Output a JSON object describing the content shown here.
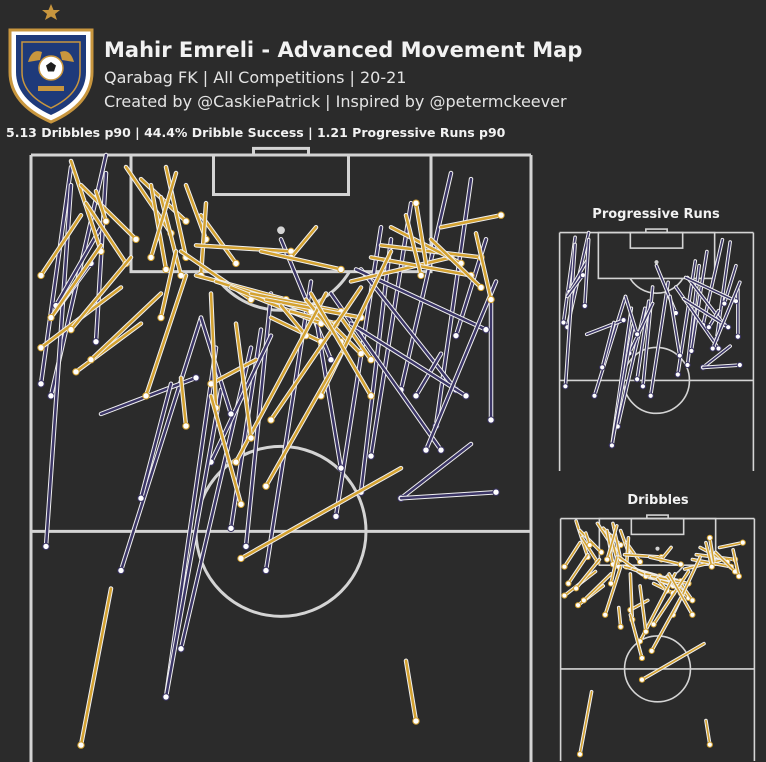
{
  "header": {
    "title": "Mahir Emreli - Advanced Movement Map",
    "subtitle_line1": "Qarabag FK | All Competitions | 20-21",
    "subtitle_line2": "Created by @CaskiePatrick | Inspired by @petermckeever",
    "stats": "5.13 Dribbles p90 | 44.4% Dribble Success | 1.21 Progressive Runs p90"
  },
  "panels": {
    "progressive_runs_title": "Progressive Runs",
    "dribbles_title": "Dribbles"
  },
  "colors": {
    "background": "#2b2b2b",
    "pitch_lines": "#d4d4d4",
    "progressive_run": "#3b3566",
    "dribble": "#d4a230",
    "endpoint_fill": "#ffffff",
    "crest_navy": "#1e3a7a",
    "crest_gold": "#c8963e"
  },
  "chart_data": {
    "type": "scatter",
    "description_units": "pitch coordinates: x across width 0-100 (left to right), y toward goal 0-100 (100 = opponent goal line, top)",
    "title": "Mahir Emreli - Advanced Movement Map",
    "series": [
      {
        "name": "Progressive Runs",
        "color": "#3b3566",
        "segments": [
          [
            8,
            98,
            2,
            62
          ],
          [
            15,
            100,
            4,
            60
          ],
          [
            8,
            95,
            3,
            35
          ],
          [
            14,
            88,
            5,
            75
          ],
          [
            34,
            73,
            18,
            31
          ],
          [
            44,
            68,
            30,
            18
          ],
          [
            37,
            68,
            27,
            10
          ],
          [
            46,
            71,
            40,
            38
          ],
          [
            48,
            77,
            43,
            35
          ],
          [
            56,
            79,
            47,
            31
          ],
          [
            70,
            88,
            61,
            40
          ],
          [
            72,
            86,
            66,
            44
          ],
          [
            76,
            92,
            68,
            50
          ],
          [
            84,
            97,
            74,
            61
          ],
          [
            88,
            96,
            81,
            55
          ],
          [
            91,
            86,
            85,
            70
          ],
          [
            92,
            76,
            92,
            56
          ],
          [
            60,
            77,
            82,
            51
          ],
          [
            66,
            81,
            85,
            61
          ],
          [
            82,
            67,
            77,
            60
          ],
          [
            65,
            81,
            91,
            71
          ],
          [
            64,
            72,
            87,
            60
          ],
          [
            50,
            86,
            60,
            66
          ],
          [
            48,
            70,
            36,
            49
          ],
          [
            38,
            61,
            27,
            10
          ],
          [
            88,
            52,
            74,
            43
          ],
          [
            93,
            79,
            79,
            51
          ],
          [
            74,
            43,
            93,
            44
          ],
          [
            14,
            57,
            33,
            63
          ],
          [
            28,
            62,
            22,
            43
          ],
          [
            4,
            73,
            12,
            82
          ],
          [
            34,
            73,
            40,
            57
          ],
          [
            15,
            97,
            13,
            69
          ],
          [
            57,
            73,
            62,
            48
          ]
        ]
      },
      {
        "name": "Dribbles",
        "color": "#d4a230",
        "segments": [
          [
            8,
            99,
            14,
            84
          ],
          [
            10,
            95,
            21,
            86
          ],
          [
            11,
            92,
            19,
            82
          ],
          [
            19,
            98,
            28,
            87
          ],
          [
            22,
            96,
            31,
            89
          ],
          [
            24,
            95,
            27,
            81
          ],
          [
            26,
            93,
            30,
            80
          ],
          [
            27,
            98,
            31,
            83
          ],
          [
            29,
            97,
            24,
            83
          ],
          [
            31,
            95,
            35,
            86
          ],
          [
            34,
            90,
            41,
            82
          ],
          [
            35,
            92,
            34,
            80
          ],
          [
            33,
            85,
            52,
            84
          ],
          [
            30,
            84,
            44,
            76
          ],
          [
            33,
            80,
            51,
            76
          ],
          [
            37,
            79,
            56,
            74
          ],
          [
            40,
            78,
            58,
            72
          ],
          [
            44,
            77,
            62,
            74
          ],
          [
            47,
            76,
            66,
            73
          ],
          [
            48,
            73,
            58,
            69
          ],
          [
            50,
            75,
            55,
            70
          ],
          [
            52,
            74,
            61,
            72
          ],
          [
            55,
            76,
            62,
            69
          ],
          [
            60,
            72,
            66,
            67
          ],
          [
            62,
            73,
            68,
            66
          ],
          [
            64,
            79,
            84,
            83
          ],
          [
            68,
            83,
            88,
            80
          ],
          [
            70,
            85,
            90,
            83
          ],
          [
            72,
            88,
            86,
            82
          ],
          [
            75,
            90,
            78,
            80
          ],
          [
            72,
            84,
            58,
            60
          ],
          [
            66,
            78,
            48,
            56
          ],
          [
            59,
            77,
            41,
            49
          ],
          [
            45,
            66,
            36,
            62
          ],
          [
            41,
            72,
            44,
            53
          ],
          [
            36,
            77,
            37,
            58
          ],
          [
            31,
            80,
            23,
            60
          ],
          [
            22,
            72,
            9,
            64
          ],
          [
            18,
            78,
            2,
            68
          ],
          [
            14,
            85,
            4,
            73
          ],
          [
            10,
            90,
            2,
            80
          ],
          [
            20,
            83,
            8,
            71
          ],
          [
            26,
            77,
            12,
            66
          ],
          [
            29,
            84,
            26,
            73
          ],
          [
            36,
            60,
            42,
            42
          ],
          [
            74,
            48,
            42,
            33
          ],
          [
            62,
            67,
            47,
            45
          ],
          [
            56,
            77,
            68,
            60
          ],
          [
            80,
            86,
            90,
            78
          ],
          [
            89,
            87,
            92,
            76
          ],
          [
            79,
            82,
            77,
            92
          ],
          [
            30,
            63,
            31,
            55
          ],
          [
            75,
            16,
            77,
            6
          ],
          [
            16,
            28,
            10,
            2
          ],
          [
            57,
            88,
            52,
            83
          ],
          [
            82,
            88,
            94,
            90
          ],
          [
            46,
            84,
            62,
            81
          ],
          [
            13,
            94,
            15,
            89
          ]
        ]
      }
    ],
    "xlim": [
      0,
      100
    ],
    "ylim": [
      0,
      100
    ],
    "legend": "separate panels (right side)"
  }
}
